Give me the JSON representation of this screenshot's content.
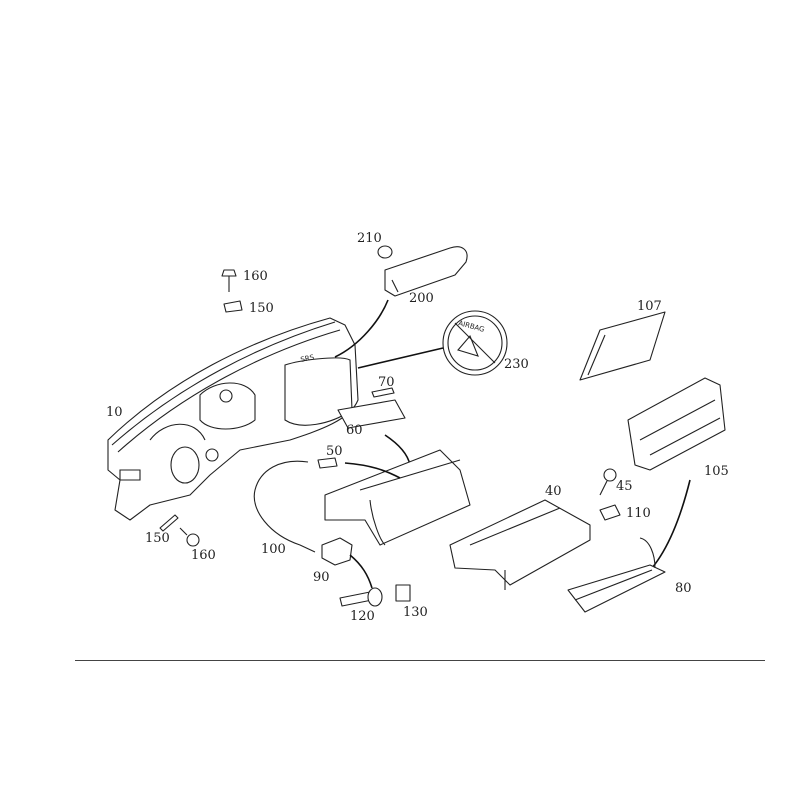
{
  "diagram": {
    "callouts": [
      {
        "id": "210",
        "label": "210"
      },
      {
        "id": "160a",
        "label": "160"
      },
      {
        "id": "150a",
        "label": "150"
      },
      {
        "id": "200",
        "label": "200"
      },
      {
        "id": "107",
        "label": "107"
      },
      {
        "id": "230",
        "label": "230"
      },
      {
        "id": "70",
        "label": "70"
      },
      {
        "id": "10",
        "label": "10"
      },
      {
        "id": "60",
        "label": "60"
      },
      {
        "id": "50",
        "label": "50"
      },
      {
        "id": "40",
        "label": "40"
      },
      {
        "id": "45",
        "label": "45"
      },
      {
        "id": "105",
        "label": "105"
      },
      {
        "id": "110",
        "label": "110"
      },
      {
        "id": "150b",
        "label": "150"
      },
      {
        "id": "160b",
        "label": "160"
      },
      {
        "id": "100",
        "label": "100"
      },
      {
        "id": "90",
        "label": "90"
      },
      {
        "id": "80",
        "label": "80"
      },
      {
        "id": "120",
        "label": "120"
      },
      {
        "id": "130",
        "label": "130"
      }
    ],
    "part_markings": {
      "srs": "SRS",
      "airbag": "AIRBAG"
    }
  }
}
